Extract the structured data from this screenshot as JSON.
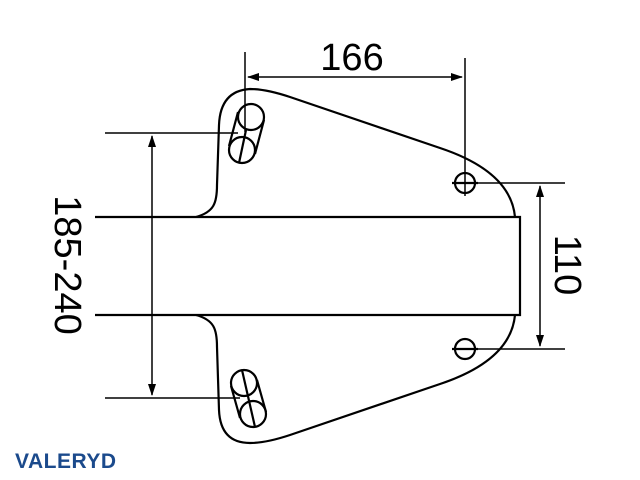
{
  "dimensions": {
    "top_width": "166",
    "clamp_range": "185-240",
    "hole_spacing": "110"
  },
  "logo": {
    "text": "VALERYD",
    "color": "#1b4a8c"
  },
  "colors": {
    "line": "#000000",
    "background": "#ffffff"
  }
}
